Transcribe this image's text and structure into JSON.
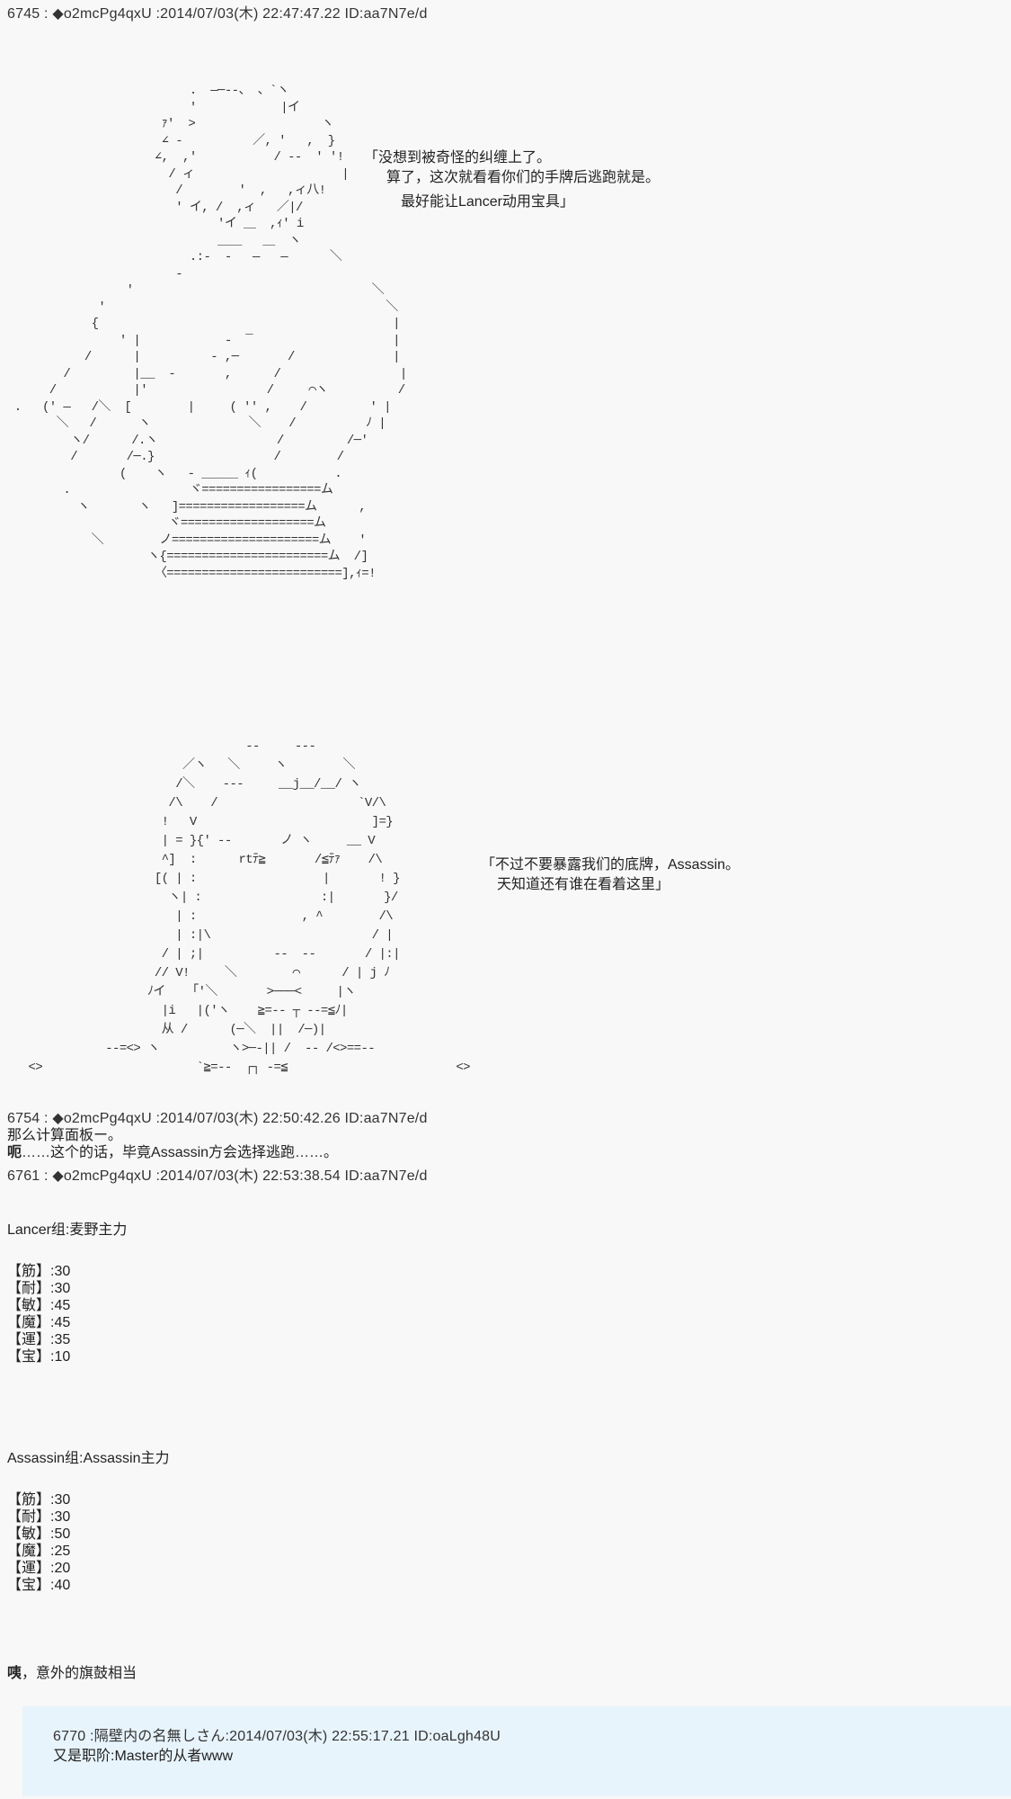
{
  "posts": [
    {
      "header": "6745 : ◆o2mcPg4qxU :2014/07/03(木) 22:47:47.22 ID:aa7N7e/d",
      "aa_figure_1": "                          .  ―─‐-、 、`ヽ\n                          '            |イ\n                      ｧ'  >                  ヽ\n                      ∠ -          ／, '   ,  }\n                     ∠,  ,'           / ‐-  ' '!\n                       / ィ                     |\n                        /        '  ,   ,ィ八!\n                        ' イ, /  ,ィ   ／|/\n                              'イ ＿  ,ｨ' i\n                              ＿＿   ＿  ヽ\n                          .:-  ‐   ―   ―      ＼\n                        -\n                 '                                  ＼\n             '                                        ＼\n            {                                          |\n                ' |            -  ¯                    |\n           /      |          - ,─       /              |\n        /         |__  -       ,      /                 |\n      /           |'                 /     ⌒ヽ          /\n .   (' ―   /＼  [        |     ( '' ,    /         ' |\n       ＼   /      ヽ              ＼    /          ﾉ |\n         ヽ/      /.ヽ                 /         /─'\n         /       /─.}                 /        /\n                (    ヽ   - ＿＿＿ ｨ(           .\n        .                 ヾ=================ム\n          ヽ       ヽ   ]==================ム      ,\n                       ヾ===================ム\n            ＼        ノ=====================ム    '\n                    ヽ{=======================ム  /]\n                     〈=========================],ｨ=!",
      "speech_1": [
        "「没想到被奇怪的纠缠上了。",
        "算了，这次就看看你们的手牌后逃跑就是。",
        "最好能让Lancer动用宝具」"
      ],
      "aa_figure_2": "                                  -‐     --‐\n                         ／ヽ   ＼     ヽ        ＼\n                        /＼    ‐--     __j__/__/ ヽ\n                       /\\    /                    `V/\\\n                      !   V                         ]=}\n                      | = }{' ‐-       ノ ヽ     __ V\n                      ^]  :      rtﾃ≧       /≦ﾃｧ    /\\\n                     [( | :                  |       ! }\n                       ヽ| :                 :|       }/\n                        | :               , ^        /\\\n                        | :|\\                       / |\n                      / | ;|          ‐-  ‐-       / |:|\n                     // V!     ＼        ⌒      / | j ﾉ\n                    ﾉイ   「'＼       >───<     |ヽ\n                      |i   |('ヽ    ≧=-- ┬ --=≦ﾉ|\n                      从 /      (─＼  ||  /─)|\n              --=<> ヽ          ヽ>─-|| /  -- /<>==--\n   <>                      `≧=--  ┌┐ -=≦                        <>",
      "speech_2": [
        "「不过不要暴露我们的底牌，Assassin。",
        "天知道还有谁在看着这里」"
      ]
    },
    {
      "header": "6754 : ◆o2mcPg4qxU :2014/07/03(木) 22:50:42.26 ID:aa7N7e/d",
      "lines": [
        "那么计算面板ー。",
        "呃……这个的话，毕竟Assassin方会选择逃跑……。"
      ],
      "bold_prefix": "呃",
      "line2_rest": "……这个的话，毕竟Assassin方会选择逃跑……。"
    },
    {
      "header": "6761 : ◆o2mcPg4qxU :2014/07/03(木) 22:53:38.54 ID:aa7N7e/d",
      "groups": [
        {
          "title": "Lancer组:麦野主力",
          "stats": [
            "【筋】:30",
            "【耐】:30",
            "【敏】:45",
            "【魔】:45",
            "【運】:35",
            "【宝】:10"
          ]
        },
        {
          "title": "Assassin组:Assassin主力",
          "stats": [
            "【筋】:30",
            "【耐】:30",
            "【敏】:50",
            "【魔】:25",
            "【運】:20",
            "【宝】:40"
          ]
        }
      ],
      "closing_bold": "咦",
      "closing_rest": "，意外的旗鼓相当"
    }
  ],
  "reply": {
    "header": "6770 :隔壁内の名無しさん:2014/07/03(木) 22:55:17.21 ID:oaLgh48U",
    "text": "又是职阶:Master的从者www",
    "background": "#e8f4fc"
  }
}
